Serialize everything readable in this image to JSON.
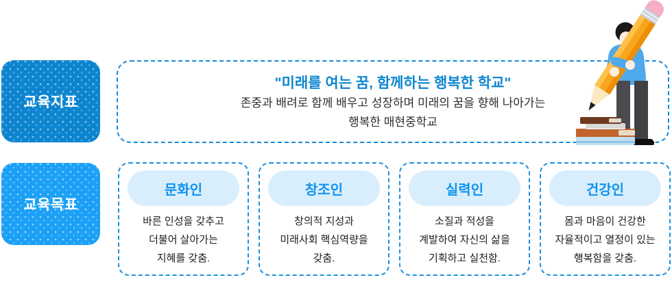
{
  "colors": {
    "primary_blue": "#0d84cf",
    "sky_blue": "#1ba0f6",
    "headline_blue": "#0c86d0",
    "card_title_blue": "#0f93ee",
    "pill_bg": "#d9eefd",
    "dash_border_blue": "#1489db",
    "body_text": "#2d2d2d"
  },
  "indicator": {
    "badge_label": "교육지표",
    "headline": "\"미래를 여는 꿈, 함께하는 행복한 학교\"",
    "subline1": "존중과 배려로 함께 배우고 성장하며 미래의 꿈을 향해 나아가는",
    "subline2": "행복한 매현중학교"
  },
  "goals": {
    "badge_label": "교육목표",
    "cards": [
      {
        "title": "문화인",
        "body": "바른 인성을 갖추고\n더불어 살아가는\n지혜를 갖춤."
      },
      {
        "title": "창조인",
        "body": "창의적 지성과\n미래사회 핵심역량을\n갖춤."
      },
      {
        "title": "실력인",
        "body": "소질과 적성을\n계발하여 자신의 삶을\n기획하고 실천함."
      },
      {
        "title": "건강인",
        "body": "몸과 마음이 건강한\n자율적이고 열정이 있는\n행복함을 갖춤."
      }
    ]
  },
  "illustration": {
    "name": "person-holding-giant-pencil-on-books"
  }
}
